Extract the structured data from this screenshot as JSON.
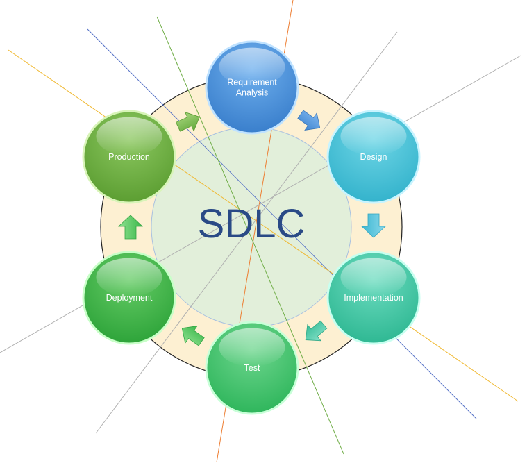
{
  "diagram": {
    "center_title": "SDLC",
    "stages": [
      {
        "id": "requirement-analysis",
        "lines": [
          "Requirement",
          "Analysis"
        ],
        "color": "#4a90d9"
      },
      {
        "id": "design",
        "lines": [
          "Design"
        ],
        "color": "#45bfd6"
      },
      {
        "id": "implementation",
        "lines": [
          "Implementation"
        ],
        "color": "#3cc3a0"
      },
      {
        "id": "test",
        "lines": [
          "Test"
        ],
        "color": "#3ec26e"
      },
      {
        "id": "deployment",
        "lines": [
          "Deployment"
        ],
        "color": "#38b04a"
      },
      {
        "id": "production",
        "lines": [
          "Production"
        ],
        "color": "#6aae3e"
      }
    ],
    "colors": {
      "outer_ring": "#fdf0d2",
      "inner_circle": "#e2efda",
      "title": "#2a4a86"
    }
  }
}
